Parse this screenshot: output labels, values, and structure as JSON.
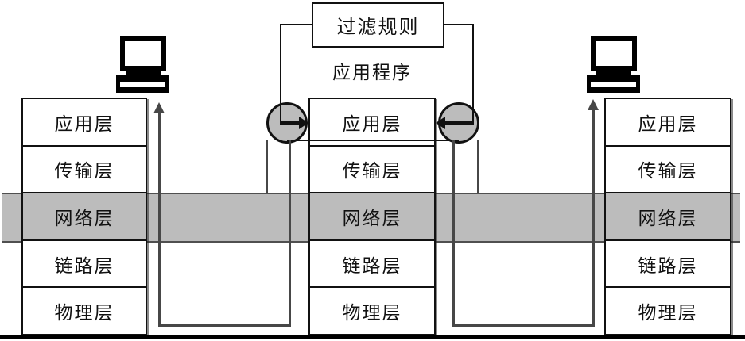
{
  "diagram": {
    "type": "application-level-gateway-firewall",
    "filter_box": {
      "label": "过滤规则"
    },
    "app_program": {
      "label": "应用程序"
    },
    "stacks": {
      "left_host": {
        "layers": [
          "应用层",
          "传输层",
          "网络层",
          "链路层",
          "物理层"
        ]
      },
      "gateway": {
        "layers": [
          "应用层",
          "传输层",
          "网络层",
          "链路层",
          "物理层"
        ]
      },
      "right_host": {
        "layers": [
          "应用层",
          "传输层",
          "网络层",
          "链路层",
          "物理层"
        ]
      }
    },
    "highlighted_layer": "网络层",
    "colors": {
      "band_gray": "#bcbcbc",
      "circle_fill": "#bcbcbc",
      "line_black": "#111111",
      "path_gray": "#474747",
      "background": "#ffffff"
    }
  }
}
